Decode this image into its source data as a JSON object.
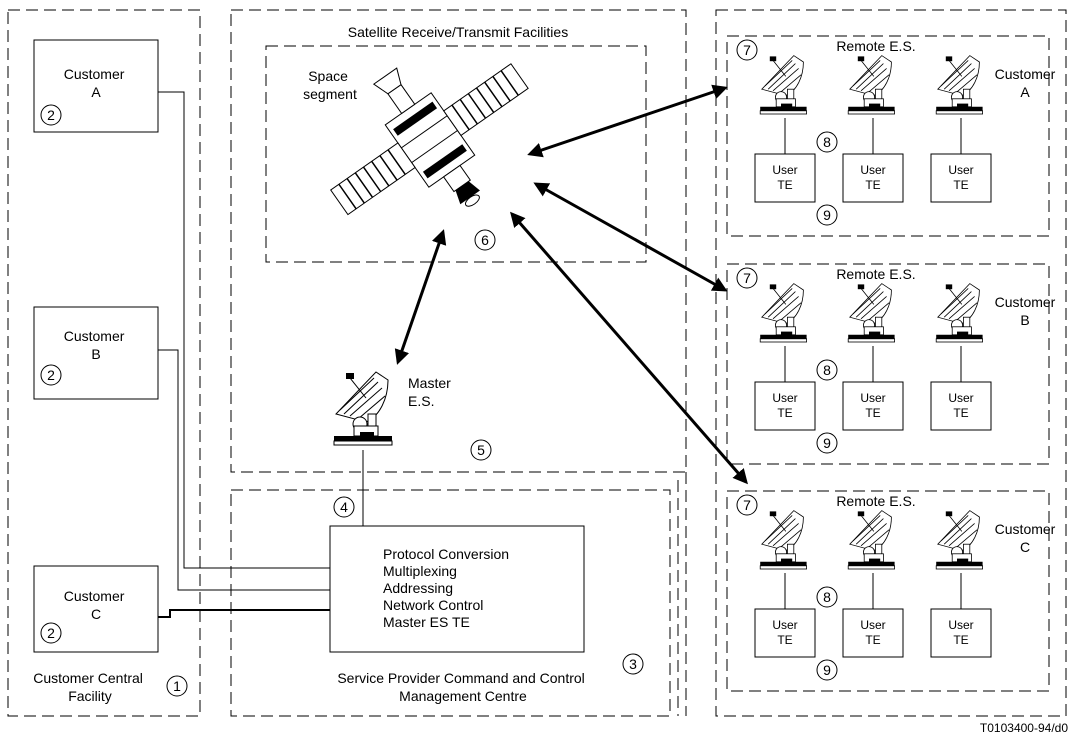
{
  "regions": {
    "customer_facility": "Customer Central\nFacility",
    "satellite_facilities": "Satellite Receive/Transmit Facilities",
    "space_segment": "Space\nsegment",
    "master_es": "Master\nE.S.",
    "service_provider": "Service Provider Command and Control\nManagement Centre"
  },
  "customers": [
    {
      "label": "Customer\nA",
      "marker": "2"
    },
    {
      "label": "Customer\nB",
      "marker": "2"
    },
    {
      "label": "Customer\nC",
      "marker": "2"
    }
  ],
  "control_functions": [
    "Protocol Conversion",
    "Multiplexing",
    "Addressing",
    "Network Control",
    "Master ES TE"
  ],
  "remote_stations": [
    {
      "title": "Remote E.S.",
      "customer": "Customer\nA",
      "te": [
        "User\nTE",
        "User\nTE",
        "User\nTE"
      ],
      "markers": [
        "7",
        "8",
        "9"
      ]
    },
    {
      "title": "Remote E.S.",
      "customer": "Customer\nB",
      "te": [
        "User\nTE",
        "User\nTE",
        "User\nTE"
      ],
      "markers": [
        "7",
        "8",
        "9"
      ]
    },
    {
      "title": "Remote E.S.",
      "customer": "Customer\nC",
      "te": [
        "User\nTE",
        "User\nTE",
        "User\nTE"
      ],
      "markers": [
        "7",
        "8",
        "9"
      ]
    }
  ],
  "markers": {
    "facility": "1",
    "service_provider": "3",
    "link": "4",
    "master": "5",
    "satellite": "6"
  },
  "figure_id": "T0103400-94/d0",
  "icons": {
    "satellite": "satellite-icon",
    "dish": "dish-antenna-icon"
  }
}
